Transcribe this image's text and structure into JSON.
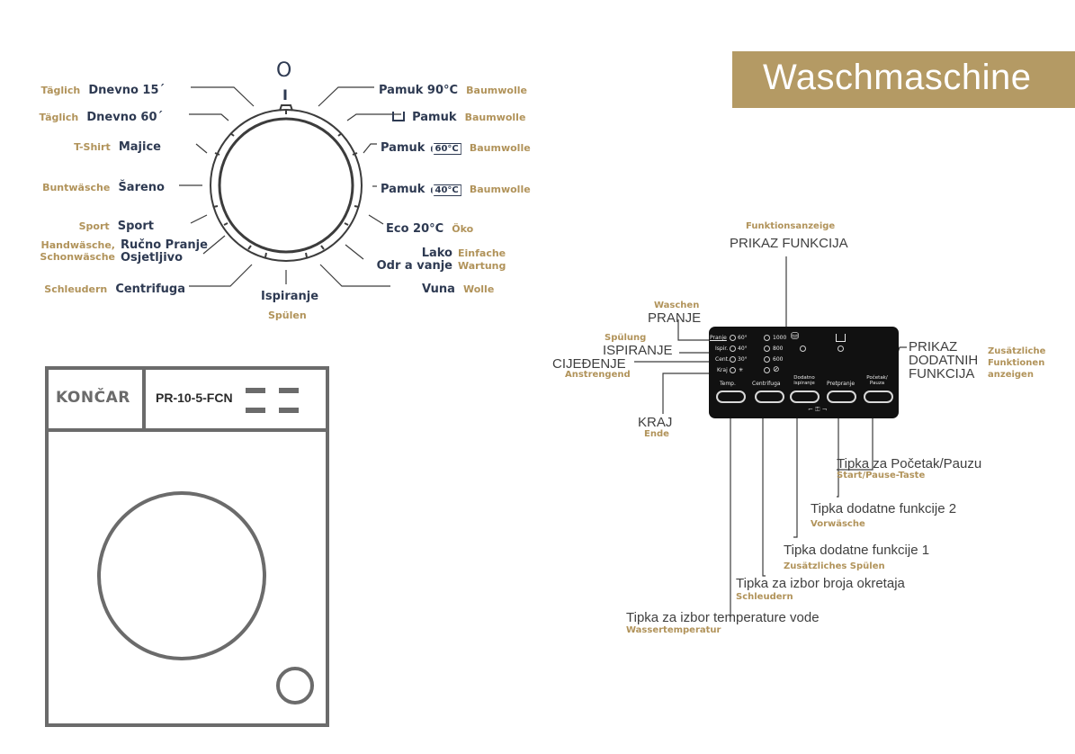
{
  "banner": {
    "title": "Waschmaschine"
  },
  "dial": {
    "power_off": "O",
    "power_on": "I",
    "left_programs": [
      {
        "de": "Täglich",
        "hr": "Dnevno 15´"
      },
      {
        "de": "Täglich",
        "hr": "Dnevno 60´"
      },
      {
        "de": "T-Shirt",
        "hr": "Majice"
      },
      {
        "de": "Buntwäsche",
        "hr": "Šareno"
      },
      {
        "de": "Sport",
        "hr": "Sport"
      },
      {
        "de_line1": "Handwäsche,",
        "de_line2": "Schonwäsche",
        "hr_line1": "Ručno Pranje",
        "hr_line2": "Osjetljivo"
      },
      {
        "de": "Schleudern",
        "hr": "Centrifuga"
      }
    ],
    "bottom_program": {
      "hr": "Ispiranje",
      "de": "Spülen"
    },
    "right_programs": [
      {
        "hr": "Pamuk 90°C",
        "de": "Baumwolle"
      },
      {
        "hr": "Pamuk",
        "de": "Baumwolle"
      },
      {
        "hr": "Pamuk",
        "badge": "60°C",
        "de": "Baumwolle"
      },
      {
        "hr": "Pamuk",
        "badge": "40°C",
        "de": "Baumwolle"
      },
      {
        "hr": "Eco 20°C",
        "de": "Öko"
      },
      {
        "hr_line1": "Lako",
        "hr_line2": "Odr a vanje",
        "de_line1": "Einfache",
        "de_line2": "Wartung"
      },
      {
        "hr": "Vuna",
        "de": "Wolle"
      }
    ]
  },
  "machine": {
    "brand": "KONČAR",
    "model": "PR-10-5-FCN"
  },
  "panel": {
    "rows": [
      {
        "label": "Pranje",
        "temp": "60°",
        "speed": "1000"
      },
      {
        "label": "Ispir.",
        "temp": "40°",
        "speed": "800"
      },
      {
        "label": "Cent.",
        "temp": "30°",
        "speed": "600"
      },
      {
        "label": "Kraj",
        "temp": "✳",
        "speed": ""
      }
    ],
    "buttons": [
      "Temp.",
      "Centrifuga",
      "Dodatno ispiranje",
      "Pretpranje",
      "Početak/ Pauza"
    ]
  },
  "callouts": {
    "funktion_de": "Funktionsanzeige",
    "funktion_hr": "PRIKAZ FUNKCIJA",
    "pranje_de": "Waschen",
    "pranje_hr": "PRANJE",
    "ispiranje_de": "Spülung",
    "ispiranje_hr": "ISPIRANJE",
    "cijedenje_hr": "CIJEĐENJE",
    "cijedenje_de": "Anstrengend",
    "kraj_hr": "KRAJ",
    "kraj_de": "Ende",
    "dodatnih_hr_1": "PRIKAZ",
    "dodatnih_hr_2": "DODATNIH",
    "dodatnih_hr_3": "FUNKCIJA",
    "dodatnih_de_1": "Zusätzliche",
    "dodatnih_de_2": "Funktionen",
    "dodatnih_de_3": "anzeigen",
    "start_hr": "Tipka za Početak/Pauzu",
    "start_de": "Start/Pause-Taste",
    "func2_hr": "Tipka dodatne funkcije 2",
    "func2_de": "Vorwäsche",
    "func1_hr": "Tipka dodatne funkcije 1",
    "func1_de": "Zusätzliches Spülen",
    "spin_hr": "Tipka za izbor broja okretaja",
    "spin_de": "Schleudern",
    "temp_hr": "Tipka za izbor temperature vode",
    "temp_de": "Wassertemperatur"
  },
  "colors": {
    "gold": "#b1935a",
    "navy": "#2e3a52",
    "line": "#3c3c3c",
    "panel": "#111111"
  }
}
